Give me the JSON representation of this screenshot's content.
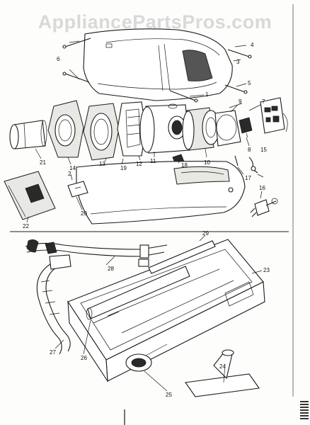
{
  "watermark": "AppliancePartsPros.com",
  "callouts": [
    "1",
    "2",
    "3",
    "4",
    "5",
    "6",
    "7",
    "8",
    "9",
    "10",
    "11",
    "12",
    "13",
    "14",
    "15",
    "16",
    "17",
    "18",
    "19",
    "20",
    "21",
    "22",
    "23",
    "24",
    "25",
    "26",
    "27",
    "28",
    "29"
  ]
}
